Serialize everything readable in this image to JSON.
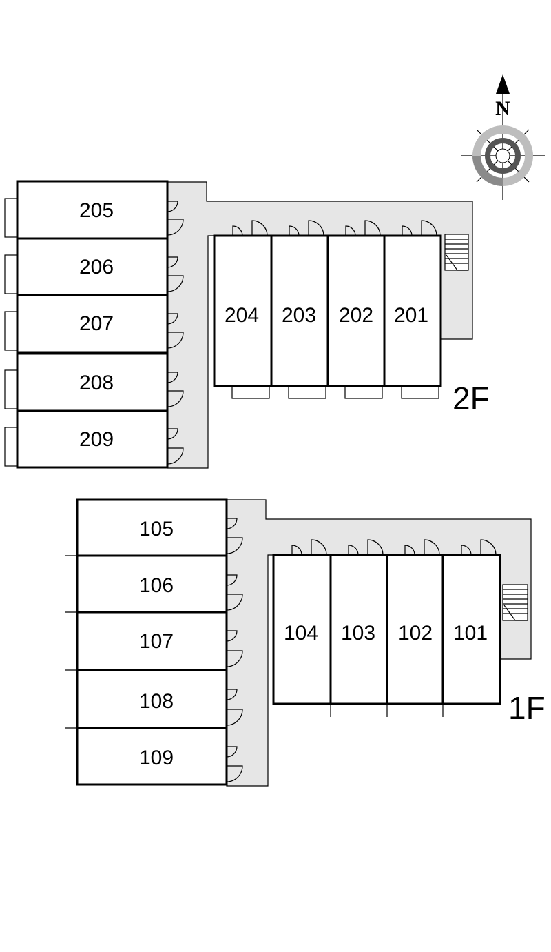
{
  "compass": {
    "letter": "N",
    "icon": "compass-rose-icon"
  },
  "floors": [
    {
      "label": "2F",
      "west_units": [
        "205",
        "206",
        "207",
        "208",
        "209"
      ],
      "east_units": [
        "204",
        "203",
        "202",
        "201"
      ]
    },
    {
      "label": "1F",
      "west_units": [
        "105",
        "106",
        "107",
        "108",
        "109"
      ],
      "east_units": [
        "104",
        "103",
        "102",
        "101"
      ]
    }
  ],
  "colors": {
    "corridor": "#e6e6e6",
    "line": "#000000"
  }
}
